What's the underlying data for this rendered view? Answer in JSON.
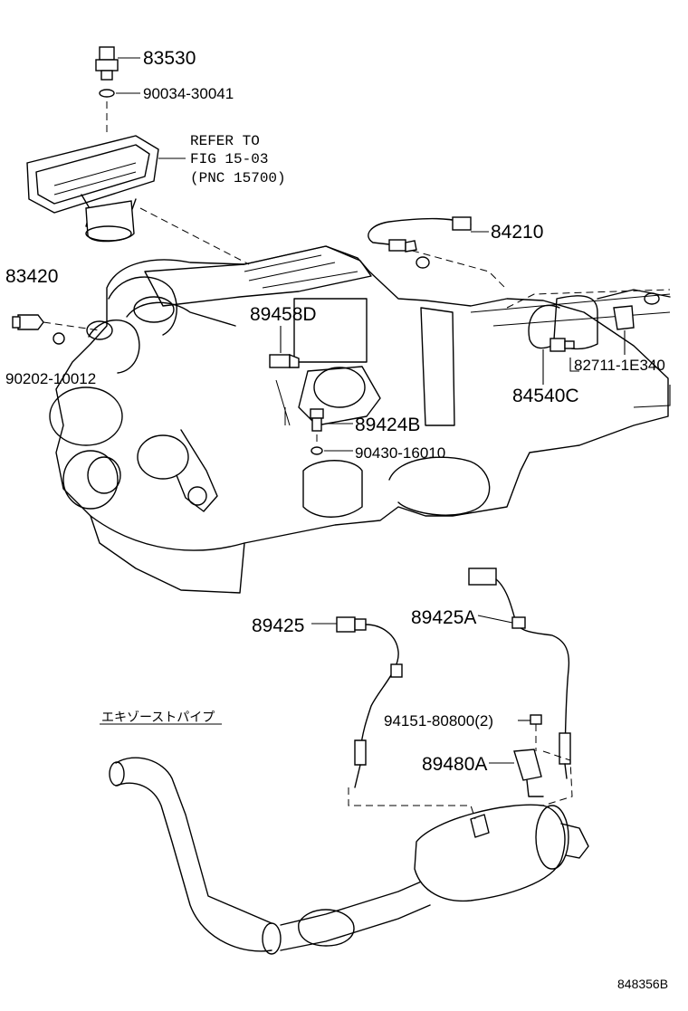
{
  "diagram": {
    "part_labels": {
      "p83530": "83530",
      "p90034": "90034-30041",
      "p83420": "83420",
      "p90202": "90202-10012",
      "p84210": "84210",
      "p89458d": "89458D",
      "p89424b": "89424B",
      "p90430": "90430-16010",
      "p84540c": "84540C",
      "p82711": "82711-1E340",
      "p89425": "89425",
      "p89425a": "89425A",
      "p94151": "94151-80800(2)",
      "p89480a": "89480A"
    },
    "refer_note": {
      "line1": "REFER TO",
      "line2": "FIG 15-03",
      "line3": "(PNC 15700)"
    },
    "exhaust_label": "エキゾーストパイプ",
    "figure_id": "848356B"
  }
}
